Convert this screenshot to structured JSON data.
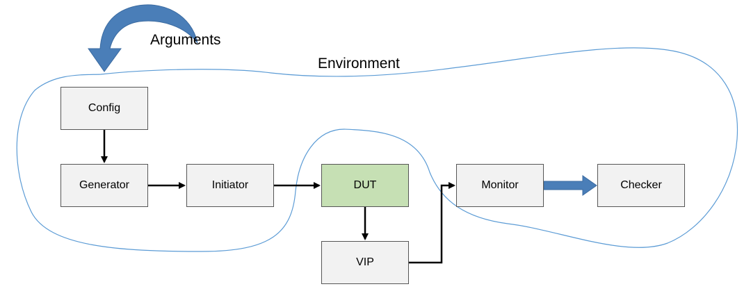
{
  "labels": {
    "arguments": "Arguments",
    "environment": "Environment"
  },
  "nodes": {
    "config": "Config",
    "generator": "Generator",
    "initiator": "Initiator",
    "dut": "DUT",
    "vip": "VIP",
    "monitor": "Monitor",
    "checker": "Checker"
  },
  "colors": {
    "box_fill": "#f2f2f2",
    "dut_fill": "#c6e0b4",
    "environment_outline": "#5b9bd5",
    "arguments_arrow": "#4a7eb8",
    "monitor_checker_arrow": "#4a7eb8",
    "connector": "#000000"
  }
}
